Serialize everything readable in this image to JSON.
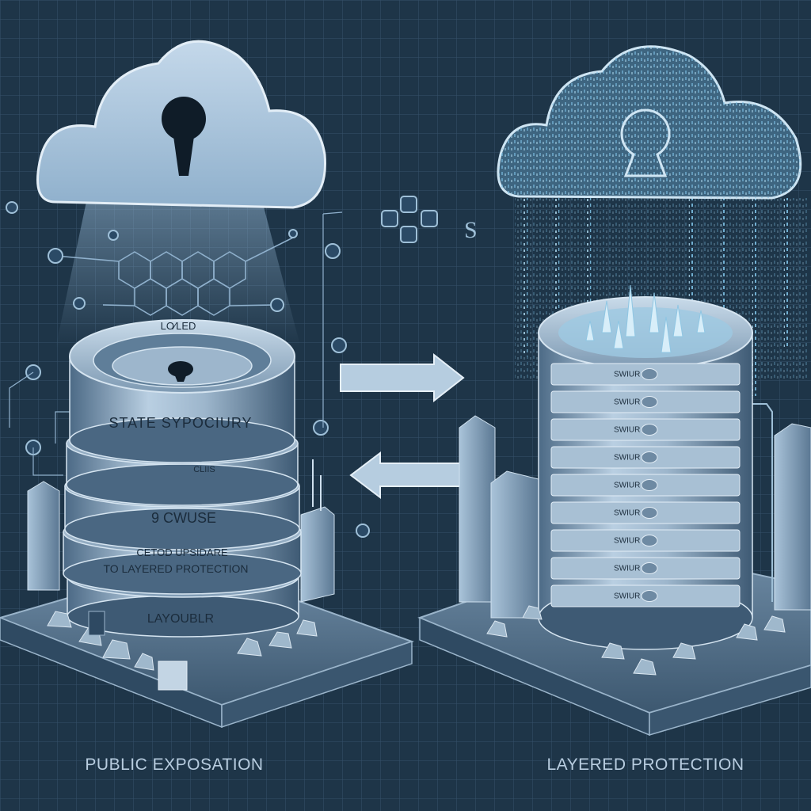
{
  "left_panel": {
    "caption": "PUBLIC EXPOSATION",
    "stack_labels": {
      "top_rim": "LO⁄LED",
      "layer1": "STATE SYPOCIURY",
      "layer2": "CLIIS",
      "layer3": "9 CWUSE",
      "layer4_line1": "CETOD UPSIDARE",
      "layer4_line2": "TO LAYERED PROTECTION",
      "layer5": "LAYOUBLR"
    },
    "icons": [
      "cloud-icon",
      "keyhole-icon",
      "network-icon",
      "database-icon"
    ]
  },
  "right_panel": {
    "caption": "LAYERED PROTECTION",
    "server_label": "SWIUR",
    "server_units": 9,
    "icons": [
      "cloud-icon",
      "keyhole-icon",
      "data-rain-icon",
      "server-stack-icon"
    ]
  },
  "center": {
    "arrows": [
      "arrow-right-icon",
      "arrow-left-icon"
    ],
    "small_glyph": "S"
  },
  "colors": {
    "background": "#1e3548",
    "grid": "#35516a",
    "metal_light": "#b9cfe2",
    "metal_dark": "#4c6a86",
    "accent_cyan": "#7fc3e8",
    "caption": "#b8cde0"
  }
}
